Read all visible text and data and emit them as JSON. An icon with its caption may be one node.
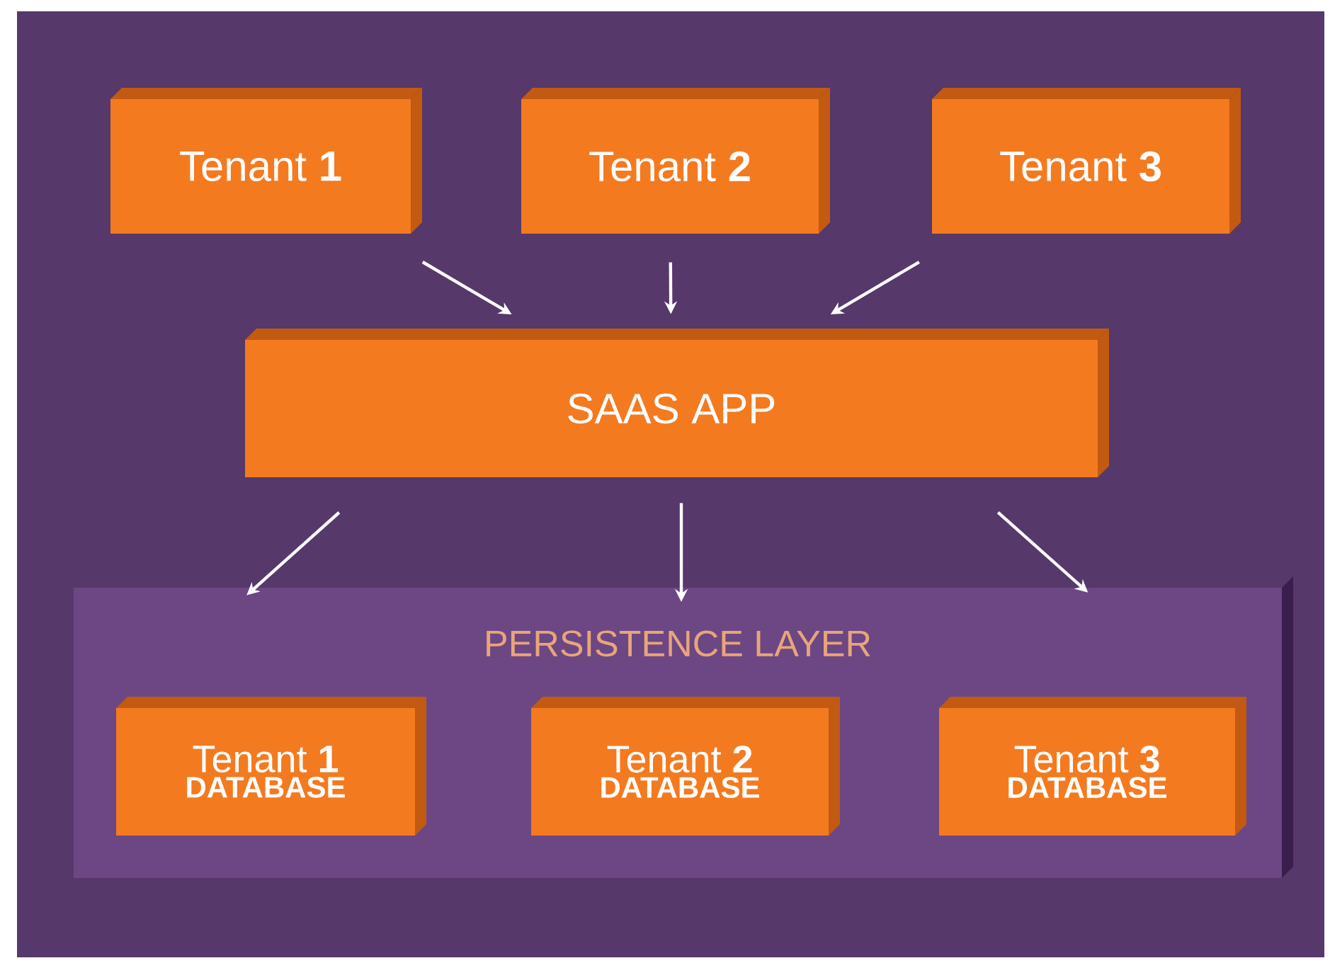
{
  "diagram": {
    "nodes": [
      {
        "text": [
          "Tenant **1**"
        ]
      },
      {
        "text": [
          "Tenant **2**"
        ]
      },
      {
        "text": [
          "Tenant **3**"
        ]
      },
      {
        "text": [
          "SAAS APP"
        ]
      },
      {
        "text": [
          "PERSISTENCE LAYER"
        ]
      },
      {
        "text": [
          "Tenant **1**",
          "DATABASE"
        ],
        "in": 4
      },
      {
        "text": [
          "Tenant **2**",
          "DATABASE"
        ],
        "in": 4
      },
      {
        "text": [
          "Tenant **3**",
          "DATABASE"
        ],
        "in": 4
      }
    ],
    "edges": [
      {
        "from": 0,
        "to": 3,
        "arrow": "to"
      },
      {
        "from": 1,
        "to": 3,
        "arrow": "to"
      },
      {
        "from": 2,
        "to": 3,
        "arrow": "to"
      },
      {
        "from": 3,
        "to": 4,
        "arrow": "to"
      },
      {
        "from": 3,
        "to": 4,
        "arrow": "to"
      },
      {
        "from": 3,
        "to": 4,
        "arrow": "to"
      }
    ]
  }
}
